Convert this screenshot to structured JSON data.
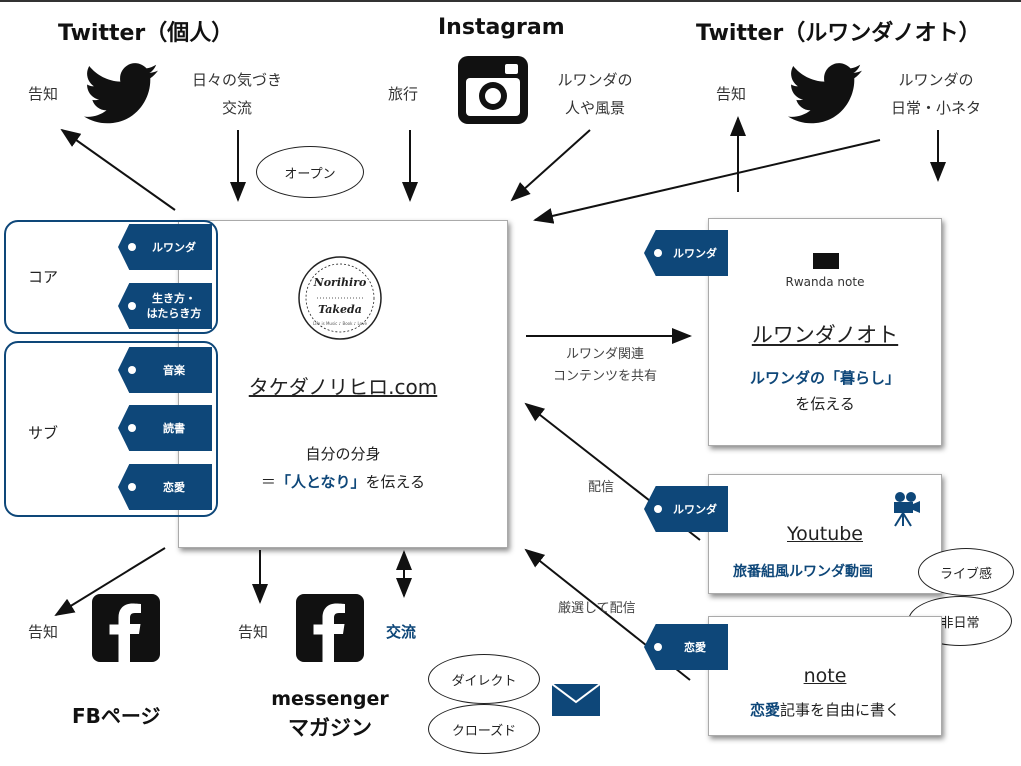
{
  "twitter_personal": {
    "title": "Twitter（個人）",
    "notice": "告知",
    "daily_1": "日々の気づき",
    "daily_2": "交流"
  },
  "open_bubble": "オープン",
  "instagram": {
    "title": "Instagram",
    "travel": "旅行",
    "people_1": "ルワンダの",
    "people_2": "人や風景"
  },
  "twitter_rwanda": {
    "title": "Twitter（ルワンダノオト）",
    "notice": "告知",
    "daily_1": "ルワンダの",
    "daily_2": "日常・小ネタ"
  },
  "main": {
    "title": "タケダノリヒロ.com",
    "desc_1": "自分の分身",
    "desc_2_pre": "＝",
    "desc_2_hl": "「人となり」",
    "desc_2_post": "を伝える",
    "logo_line1": "Norihiro",
    "logo_line2": "Takeda",
    "logo_ring": "Life is Music ♪ Book ♪ Love"
  },
  "groups": {
    "core": "コア",
    "sub": "サブ"
  },
  "tags": {
    "rwanda": "ルワンダ",
    "ikikata_1": "生き方・",
    "ikikata_2": "はたらき方",
    "music": "音楽",
    "reading": "読書",
    "love": "恋愛"
  },
  "arrow_labels": {
    "share_1": "ルワンダ関連",
    "share_2": "コンテンツを共有",
    "distribute": "配信",
    "select_distribute": "厳選して配信"
  },
  "rwanda_note": {
    "logo": "Rwanda note",
    "title": "ルワンダノオト",
    "desc_hl": "ルワンダの「暮らし」",
    "desc": "を伝える",
    "tag": "ルワンダ"
  },
  "youtube": {
    "title": "Youtube",
    "desc": "旅番組風ルワンダ動画",
    "tag": "ルワンダ",
    "bubble_live": "ライブ感",
    "bubble_unusual": "非日常"
  },
  "note": {
    "title": "note",
    "desc_hl": "恋愛",
    "desc": "記事を自由に書く",
    "tag": "恋愛"
  },
  "fb_page": {
    "notice": "告知",
    "title": "FBページ"
  },
  "messenger": {
    "notice": "告知",
    "exchange": "交流",
    "title_1": "messenger",
    "title_2": "マガジン",
    "bubble_direct": "ダイレクト",
    "bubble_closed": "クローズド"
  },
  "colors": {
    "accent": "#0e4779",
    "black": "#111111"
  }
}
